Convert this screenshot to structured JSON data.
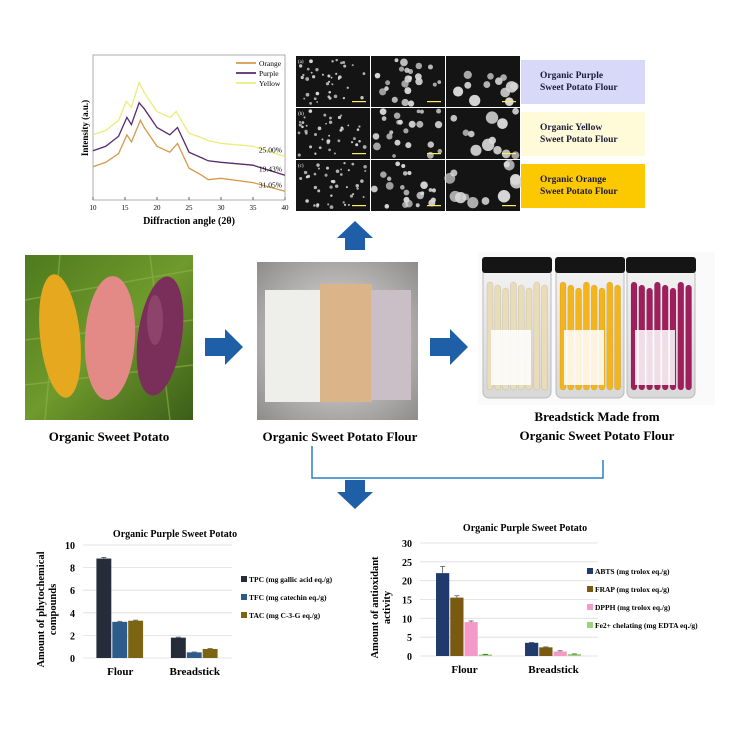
{
  "colors": {
    "arrow": "#1f5fa8",
    "purple_box": "#d8d8f8",
    "yellow_box": "#fffbd8",
    "orange_box": "#fcc800"
  },
  "xrd": {
    "type": "line",
    "xlabel": "Diffraction angle (2θ)",
    "ylabel": "Intensity (a.u.)",
    "xlim": [
      10,
      40
    ],
    "xticks": [
      "10",
      "15",
      "20",
      "25",
      "30",
      "35",
      "40"
    ],
    "ylim": [
      0,
      100
    ],
    "legend": [
      "Orange",
      "Purple",
      "Yellow"
    ],
    "legend_position": "top-right",
    "series": [
      {
        "name": "Orange",
        "color": "#d49a4c",
        "label": "31.05%",
        "x": [
          10,
          12,
          14,
          15.3,
          16,
          17.4,
          18,
          20,
          22,
          23.2,
          25,
          27,
          28,
          30,
          35,
          40
        ],
        "y": [
          23,
          26,
          32,
          45,
          40,
          55,
          50,
          37,
          33,
          39,
          22,
          17,
          14,
          15,
          12,
          6
        ]
      },
      {
        "name": "Purple",
        "color": "#5a2a6e",
        "label": "19.43%",
        "x": [
          10,
          12,
          14,
          15.3,
          16,
          17.2,
          18,
          20,
          22,
          23.2,
          25,
          27,
          28,
          30,
          35,
          40
        ],
        "y": [
          34,
          37,
          44,
          57,
          52,
          67,
          63,
          50,
          45,
          50,
          33,
          29,
          27,
          26,
          24,
          17
        ]
      },
      {
        "name": "Yellow",
        "color": "#ecec7a",
        "label": "25.00%",
        "x": [
          10,
          12,
          14,
          15.2,
          16,
          17.2,
          18,
          20,
          22,
          23,
          25,
          27,
          28,
          30,
          35,
          40
        ],
        "y": [
          45,
          48,
          55,
          68,
          64,
          81,
          74,
          61,
          57,
          61,
          46,
          43,
          41,
          39,
          37,
          30
        ]
      }
    ]
  },
  "sem": {
    "rows": [
      "(a)",
      "(b)",
      "(c)"
    ]
  },
  "flour_labels": [
    "Organic Purple Sweet Potato Flour",
    "Organic Yellow Sweet Potato Flour",
    "Organic Orange Sweet Potato Flour"
  ],
  "flour_label_lines": [
    [
      "Organic Purple",
      "Sweet Potato Flour"
    ],
    [
      "Organic Yellow",
      "Sweet Potato Flour"
    ],
    [
      "Organic Orange",
      "Sweet Potato Flour"
    ]
  ],
  "captions": {
    "potato": "Organic Sweet Potato",
    "flour": "Organic Sweet Potato Flour",
    "breadstick_1": "Breadstick Made from",
    "breadstick_2": "Organic Sweet Potato Flour"
  },
  "chart_data": [
    {
      "type": "bar",
      "title": "Organic Purple Sweet Potato",
      "ylabel": [
        "Amount of phytochemical",
        "compounds"
      ],
      "categories": [
        "Flour",
        "Breadstick"
      ],
      "ylim": [
        0,
        10
      ],
      "yticks": [
        "0",
        "2",
        "4",
        "6",
        "8",
        "10"
      ],
      "legend_position": "right",
      "series": [
        {
          "name": "TPC (mg gallic acid eq./g)",
          "color": "#252d3b",
          "values": [
            8.8,
            1.8
          ],
          "err": [
            0.1,
            0.05
          ]
        },
        {
          "name": "TFC (mg catechin eq./g)",
          "color": "#2d5c8c",
          "values": [
            3.2,
            0.5
          ],
          "err": [
            0.05,
            0.03
          ]
        },
        {
          "name": "TAC (mg C-3-G eq./g)",
          "color": "#7d6410",
          "values": [
            3.3,
            0.8
          ],
          "err": [
            0.05,
            0.03
          ]
        }
      ]
    },
    {
      "type": "bar",
      "title": "Organic Purple Sweet Potato",
      "ylabel": [
        "Amount of antioxidant",
        "activity"
      ],
      "categories": [
        "Flour",
        "Breadstick"
      ],
      "ylim": [
        0,
        30
      ],
      "yticks": [
        "0",
        "5",
        "10",
        "15",
        "20",
        "25",
        "30"
      ],
      "legend_position": "right",
      "series": [
        {
          "name": "ABTS (mg trolox eq./g)",
          "color": "#1f3a6b",
          "values": [
            22,
            3.5
          ],
          "err": [
            1.8,
            0.1
          ]
        },
        {
          "name": "FRAP (mg trolox eq./g)",
          "color": "#7a5a10",
          "values": [
            15.5,
            2.3
          ],
          "err": [
            0.5,
            0.1
          ]
        },
        {
          "name": "DPPH (mg trolox eq./g)",
          "color": "#f49ac8",
          "values": [
            9,
            1.2
          ],
          "err": [
            0.3,
            0.2
          ]
        },
        {
          "name": "Fe2+ chelating  (mg EDTA eq./g)",
          "color": "#9bd37a",
          "values": [
            0.4,
            0.5
          ],
          "err": [
            0.05,
            0.05
          ]
        }
      ]
    }
  ]
}
